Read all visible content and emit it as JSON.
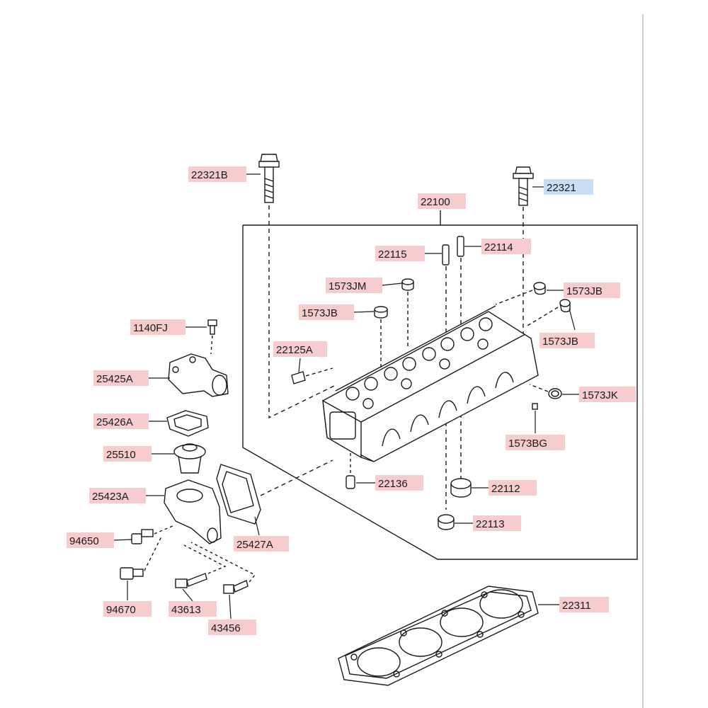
{
  "labels": {
    "l22321B": "22321B",
    "l22321": "22321",
    "l22100": "22100",
    "l22115": "22115",
    "l22114": "22114",
    "l1573JM": "1573JM",
    "l1573JB_a": "1573JB",
    "l1573JB_b": "1573JB",
    "l1573JB_c": "1573JB",
    "l1140FJ": "1140FJ",
    "l22125A": "22125A",
    "l25425A": "25425A",
    "l25426A": "25426A",
    "l25510": "25510",
    "l25423A": "25423A",
    "l25427A": "25427A",
    "l1573JK": "1573JK",
    "l1573BG": "1573BG",
    "l22136": "22136",
    "l22112": "22112",
    "l22113": "22113",
    "l94650": "94650",
    "l94670": "94670",
    "l43613": "43613",
    "l43456": "43456",
    "l22311": "22311"
  },
  "colors": {
    "label_bg": "#f6cccc",
    "label_bg_selected": "#c8def4",
    "line": "#1a1a1a"
  }
}
